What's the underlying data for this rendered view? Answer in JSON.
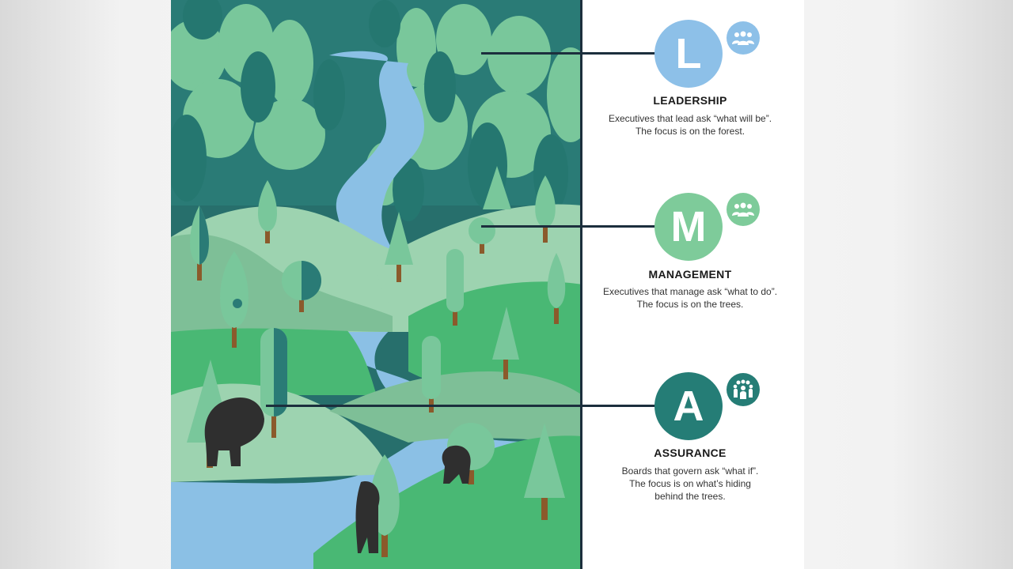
{
  "colors": {
    "leadership": "#8dc0e8",
    "management": "#7ecb9a",
    "assurance": "#257d76",
    "divider": "#1c2f3d"
  },
  "levels": [
    {
      "letter": "L",
      "heading": "LEADERSHIP",
      "lines": [
        "Executives that lead ask “what will be”.",
        "The focus is on the forest."
      ],
      "icon": "people-group-icon"
    },
    {
      "letter": "M",
      "heading": "MANAGEMENT",
      "lines": [
        "Executives that manage ask “what to do”.",
        "The focus is on the trees."
      ],
      "icon": "people-group-icon"
    },
    {
      "letter": "A",
      "heading": "ASSURANCE",
      "lines": [
        "Boards that govern ask “what if”.",
        "The focus is on what’s hiding",
        "behind the trees."
      ],
      "icon": "audience-icon"
    }
  ]
}
